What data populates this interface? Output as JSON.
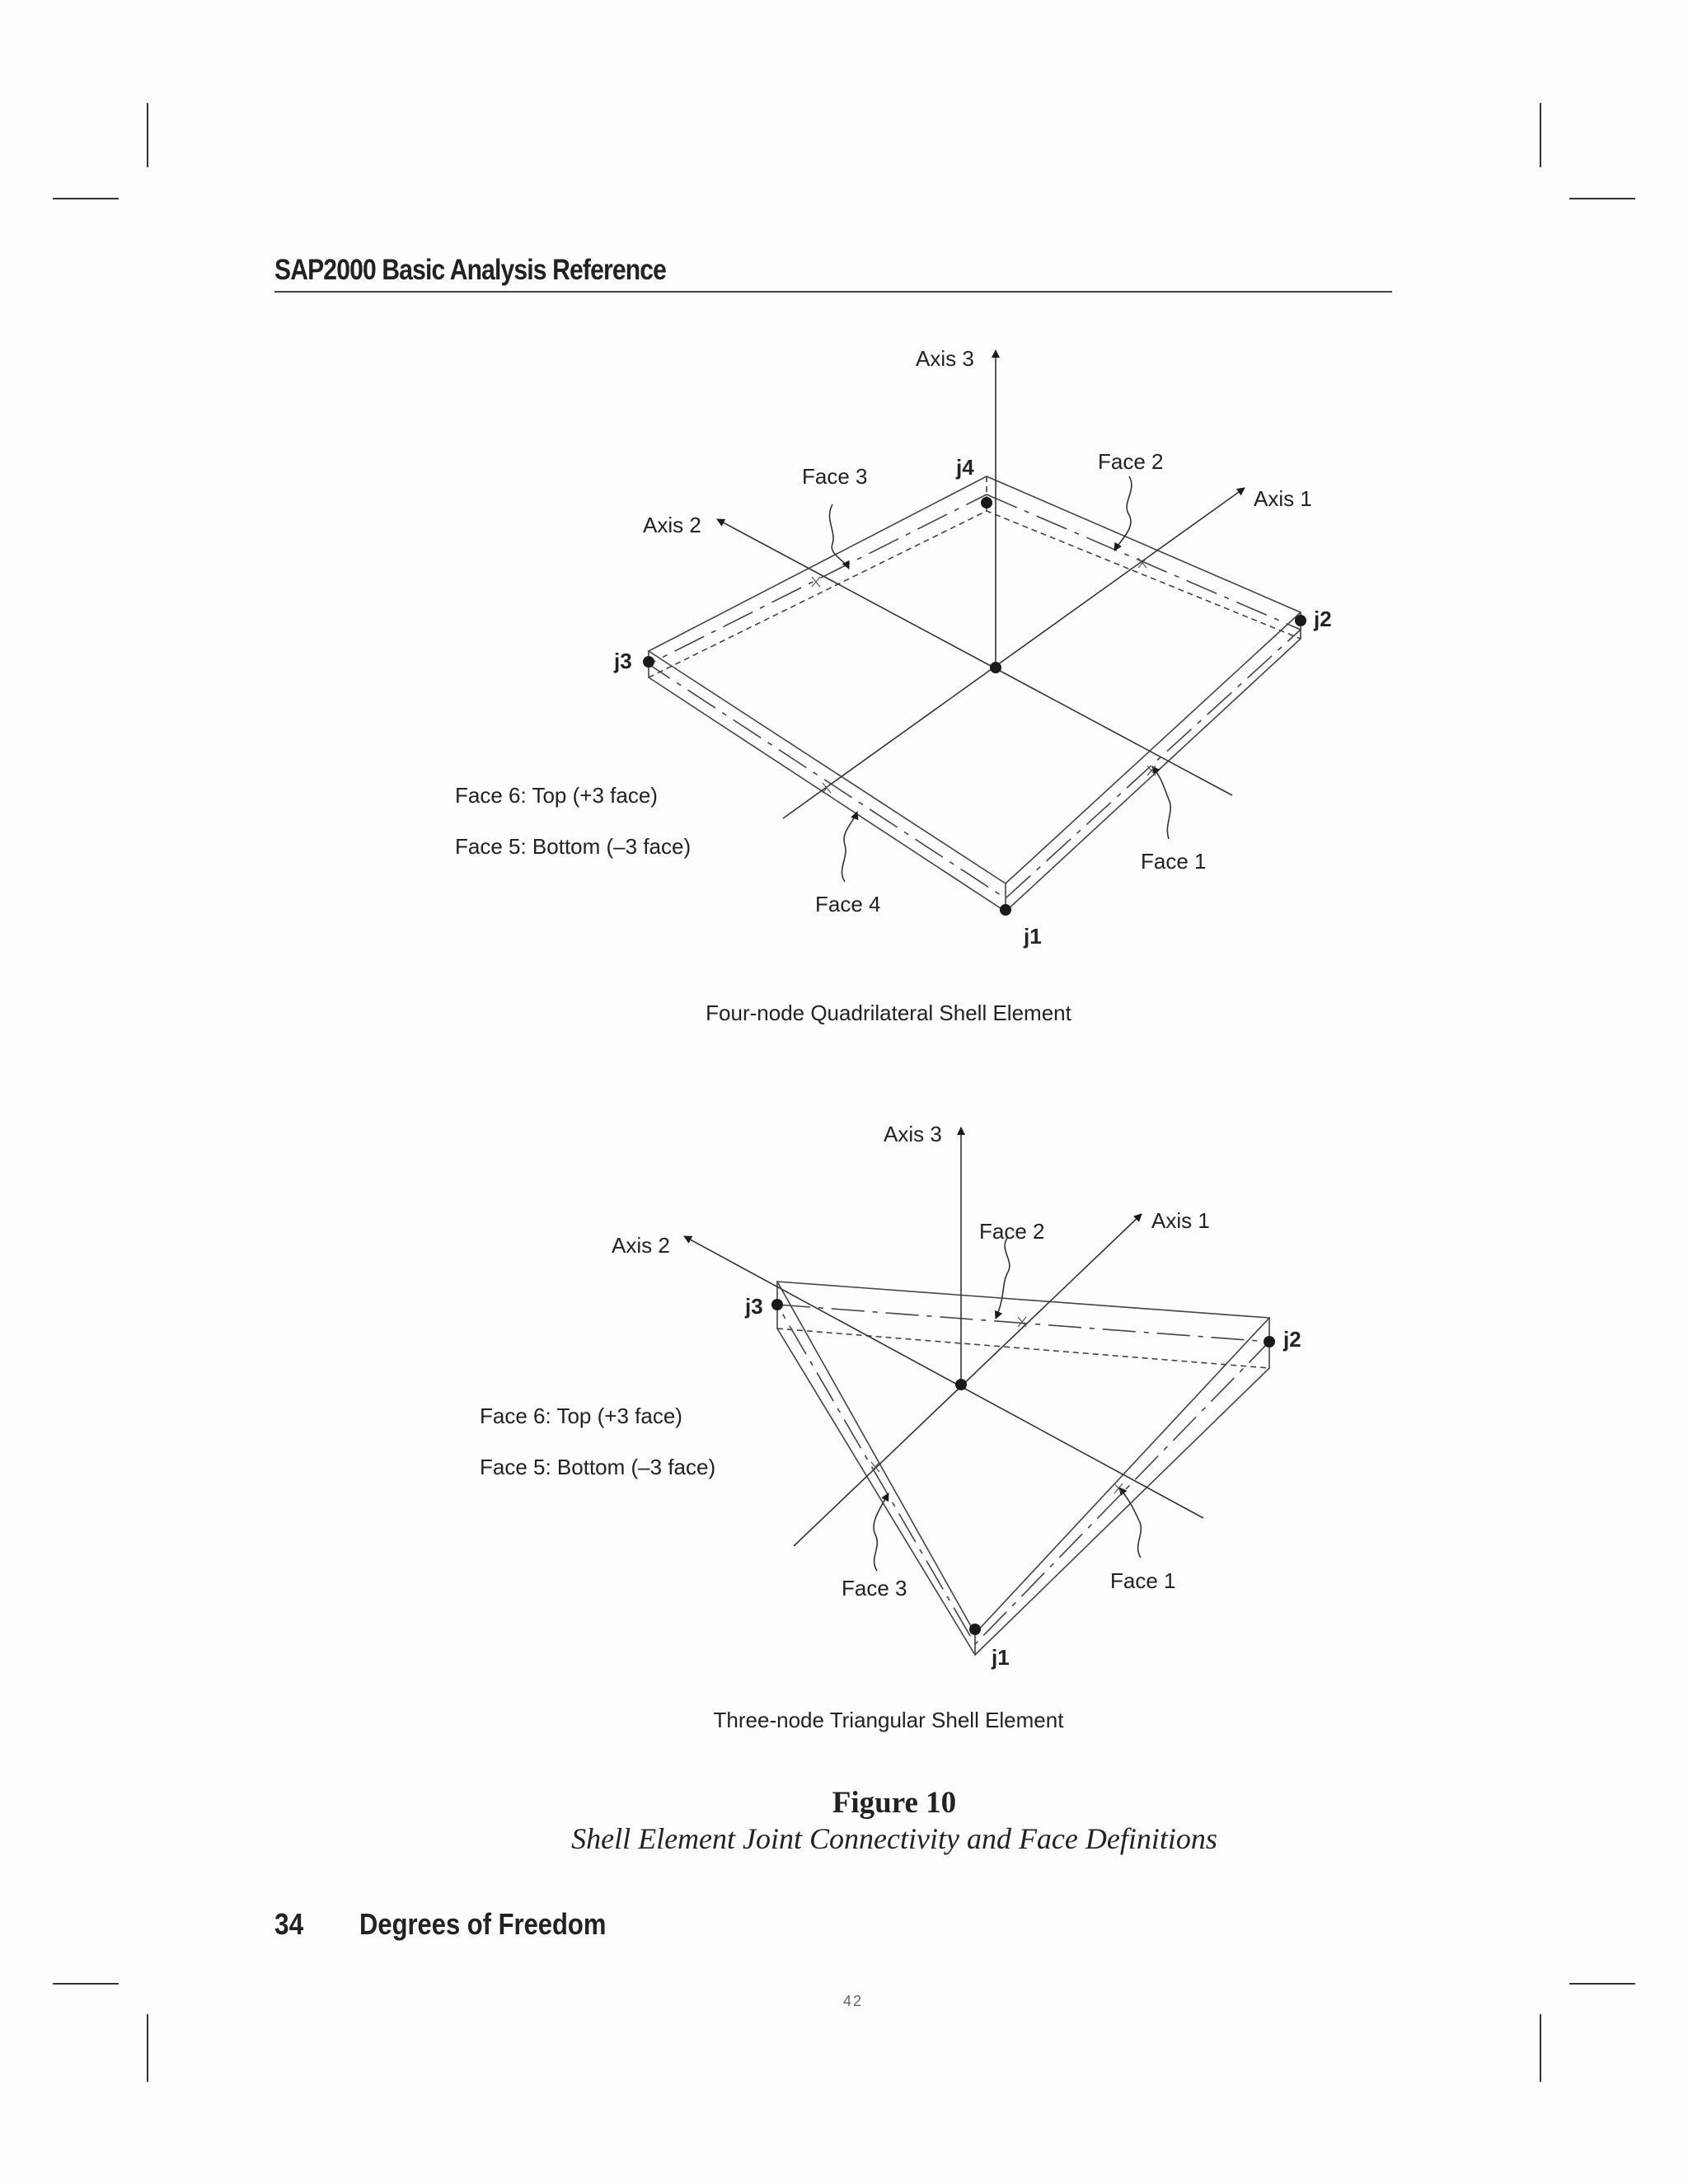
{
  "header": {
    "title": "SAP2000 Basic Analysis Reference"
  },
  "figure_quad": {
    "axis_labels": [
      "Axis 3",
      "Axis 2",
      "Axis 1"
    ],
    "face_labels": [
      "Face 3",
      "Face 2",
      "Face 1",
      "Face 4"
    ],
    "joint_labels": [
      "j4",
      "j3",
      "j2",
      "j1"
    ],
    "notes": [
      "Face 6: Top (+3 face)",
      "Face 5: Bottom (–3 face)"
    ],
    "caption": "Four-node Quadrilateral Shell Element"
  },
  "figure_tri": {
    "axis_labels": [
      "Axis 3",
      "Axis 2",
      "Axis 1"
    ],
    "face_labels": [
      "Face 2",
      "Face 3",
      "Face 1"
    ],
    "joint_labels": [
      "j3",
      "j2",
      "j1"
    ],
    "notes": [
      "Face 6: Top (+3 face)",
      "Face 5: Bottom (–3 face)"
    ],
    "caption": "Three-node Triangular Shell Element"
  },
  "figure": {
    "title": "Figure 10",
    "subtitle": "Shell Element Joint Connectivity and Face Definitions"
  },
  "footer": {
    "page_number": "34",
    "section_title": "Degrees of Freedom",
    "page_index": "42"
  }
}
